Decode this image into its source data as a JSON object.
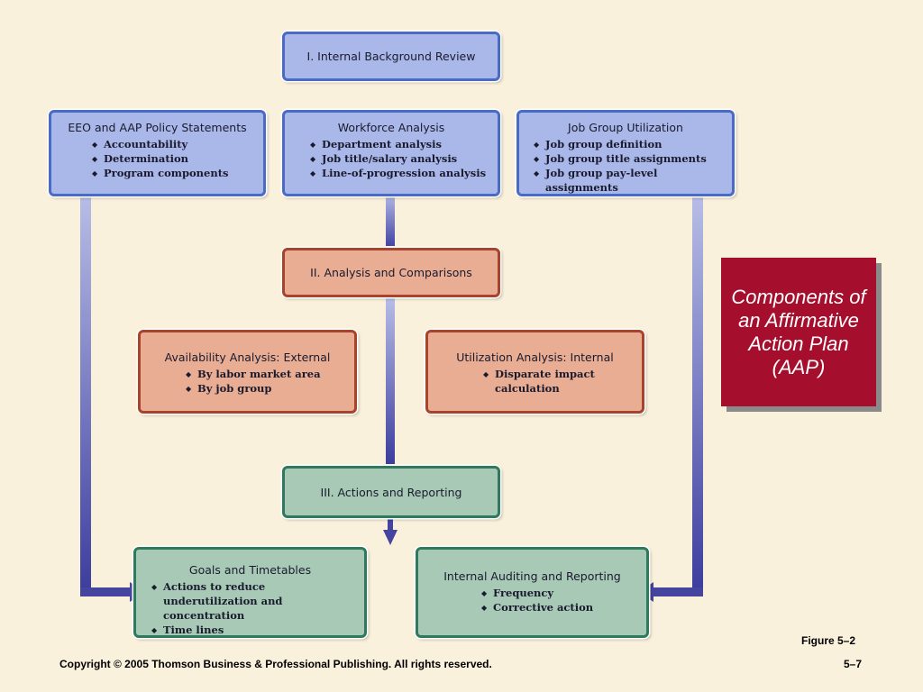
{
  "diagram": {
    "sections": [
      {
        "id": "s1",
        "label": "I. Internal Background Review",
        "color": "blue"
      },
      {
        "id": "s2",
        "label": "II. Analysis and Comparisons",
        "color": "red"
      },
      {
        "id": "s3",
        "label": "III. Actions and Reporting",
        "color": "green"
      }
    ],
    "components": [
      {
        "id": "eeo",
        "title": "EEO and AAP Policy Statements",
        "bullets": [
          "Accountability",
          "Determination",
          "Program components"
        ]
      },
      {
        "id": "workforce",
        "title": "Workforce Analysis",
        "bullets": [
          "Department analysis",
          "Job title/salary analysis",
          "Line-of-progression analysis"
        ]
      },
      {
        "id": "jobgroup",
        "title": "Job Group Utilization",
        "bullets": [
          "Job group definition",
          "Job group title assignments",
          "Job group pay-level assignments"
        ]
      },
      {
        "id": "availability",
        "title": "Availability Analysis: External",
        "bullets": [
          "By labor market area",
          "By job group"
        ]
      },
      {
        "id": "utilization",
        "title": "Utilization Analysis: Internal",
        "bullets": [
          "Disparate impact calculation"
        ]
      },
      {
        "id": "goals",
        "title": "Goals and Timetables",
        "bullets": [
          "Actions to reduce underutilization and concentration",
          "Time lines"
        ]
      },
      {
        "id": "auditing",
        "title": "Internal Auditing and Reporting",
        "bullets": [
          "Frequency",
          "Corrective action"
        ]
      }
    ],
    "connectors": [
      {
        "from": "eeo",
        "to": "goals"
      },
      {
        "from": "jobgroup",
        "to": "auditing"
      },
      {
        "from": "workforce",
        "to": "s2"
      },
      {
        "from": "s2",
        "to": "s3"
      },
      {
        "from": "s3",
        "to": "s3-down"
      }
    ],
    "colors": {
      "blue_fill": "#a9b8e8",
      "red_fill": "#e8ad93",
      "green_fill": "#a7c9b5",
      "arrow": "#4b4ba8",
      "sidebar": "#a50f2d"
    }
  },
  "sidebar": {
    "title": "Components of an Affirmative Action Plan (AAP)"
  },
  "footer": {
    "figure": "Figure 5–2",
    "copyright": "Copyright © 2005 Thomson Business & Professional Publishing. All rights reserved.",
    "page": "5–7"
  }
}
